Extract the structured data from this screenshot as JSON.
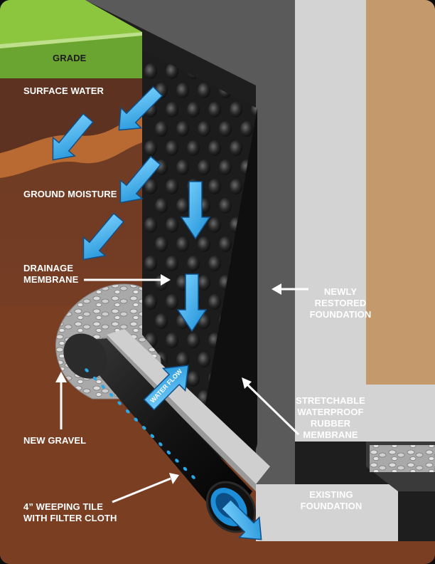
{
  "labels": {
    "grade": "GRADE",
    "surface_water": "SURFACE WATER",
    "ground_moisture": "GROUND MOISTURE",
    "drainage_membrane": [
      "DRAINAGE",
      "MEMBRANE"
    ],
    "newly_restored_foundation": [
      "NEWLY",
      "RESTORED",
      "FOUNDATION"
    ],
    "stretchable_membrane": [
      "STRETCHABLE",
      "WATERPROOF",
      "RUBBER",
      "MEMBRANE"
    ],
    "new_gravel": "NEW GRAVEL",
    "weeping_tile": [
      "4” WEEPING TILE",
      "WITH FILTER CLOTH"
    ],
    "existing_foundation": [
      "EXISTING",
      "FOUNDATION"
    ],
    "water_flow": "WATER FLOW"
  },
  "colors": {
    "grass": "#8cc63f",
    "soil_dark": "#6b3a24",
    "soil_band": "#b86a32",
    "soil_base": "#7a3e22",
    "foundation_gray": "#d3d3d3",
    "wall_dark": "#555555",
    "membrane_black": "#1c1c1c",
    "interior_tan": "#c49a6c",
    "arrow_blue": "#29a9e8",
    "arrow_outline": "#0e4f8a",
    "gravel": "#b9b9b9"
  }
}
